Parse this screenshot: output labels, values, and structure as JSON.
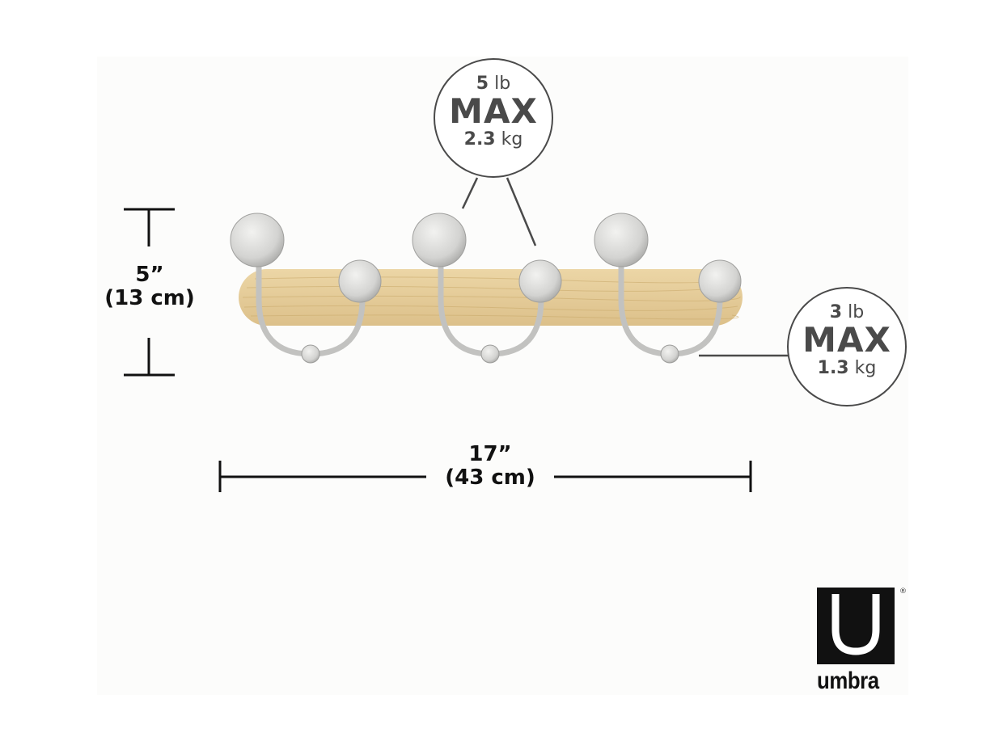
{
  "height_dimension": {
    "inches": "5”",
    "centimeters": "(13 cm)"
  },
  "width_dimension": {
    "inches": "17”",
    "centimeters": "(43 cm)"
  },
  "upper_hook_load": {
    "pounds_value": "5",
    "pounds_unit": "lb",
    "max_label": "MAX",
    "kilograms_value": "2.3",
    "kilograms_unit": "kg"
  },
  "lower_hook_load": {
    "pounds_value": "3",
    "pounds_unit": "lb",
    "max_label": "MAX",
    "kilograms_value": "1.3",
    "kilograms_unit": "kg"
  },
  "brand": {
    "name": "umbra",
    "registered_mark": "®"
  },
  "colors": {
    "wood": "#e7cf9c",
    "wood_grain": "#c9a96a",
    "metal": "#d4d4d2",
    "line": "#111111",
    "badge_stroke": "#4a4a4a"
  }
}
